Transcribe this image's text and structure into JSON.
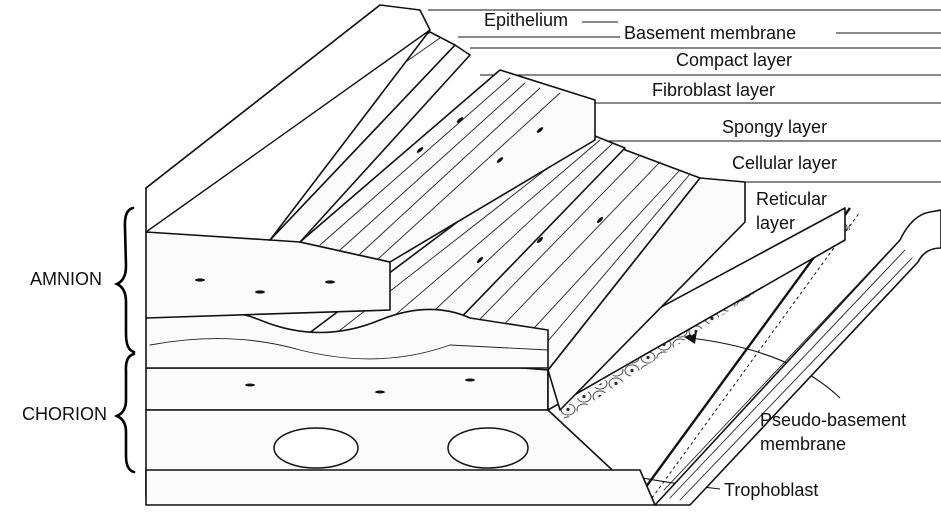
{
  "labels": {
    "epithelium": "Epithelium",
    "basement_membrane": "Basement membrane",
    "compact_layer": "Compact layer",
    "fibroblast_layer": "Fibroblast layer",
    "spongy_layer": "Spongy layer",
    "cellular_layer": "Cellular layer",
    "reticular_layer_line1": "Reticular",
    "reticular_layer_line2": "layer",
    "pseudo_basement_line1": "Pseudo-basement",
    "pseudo_basement_line2": "membrane",
    "trophoblast": "Trophoblast",
    "amnion": "AMNION",
    "chorion": "CHORION"
  }
}
